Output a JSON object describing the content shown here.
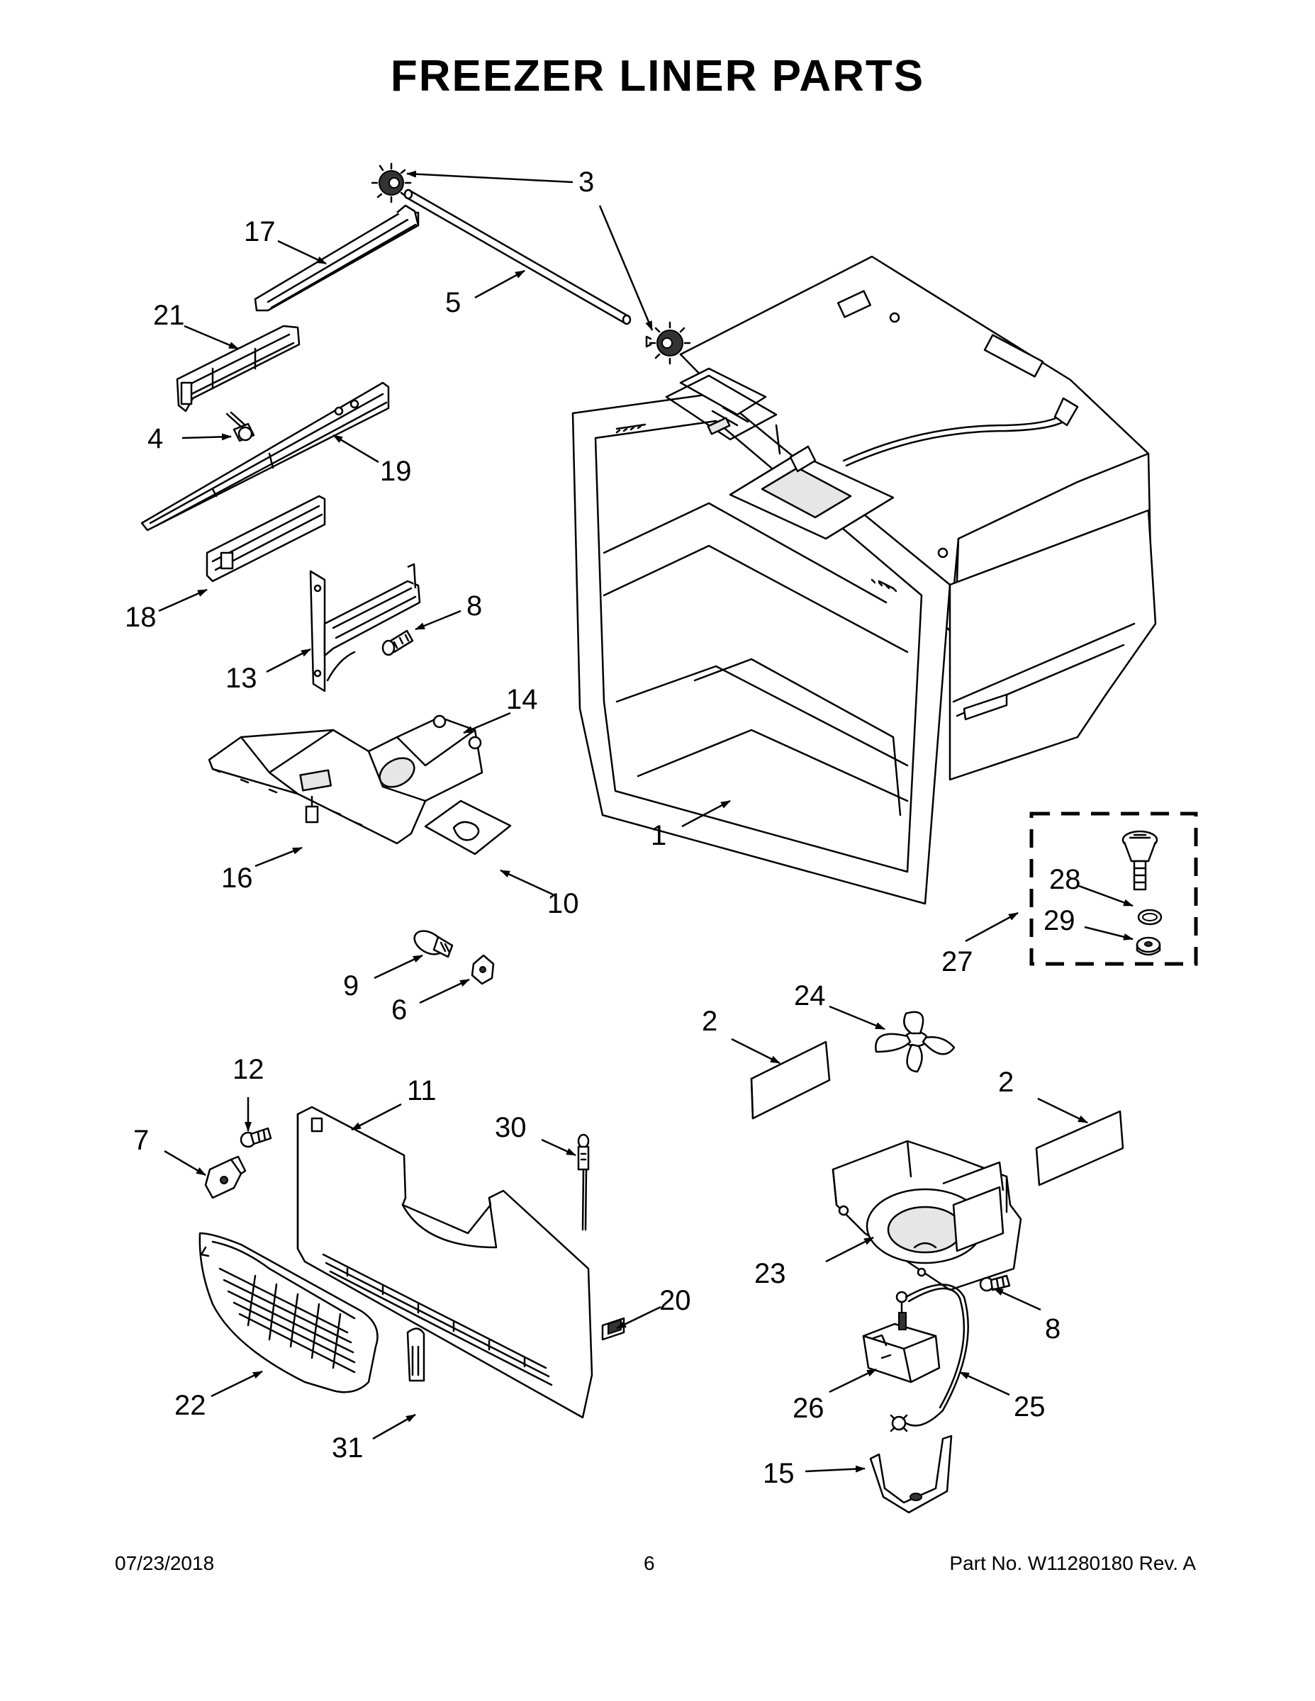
{
  "title": "FREEZER LINER PARTS",
  "callouts": [
    "1",
    "2",
    "2",
    "3",
    "4",
    "5",
    "6",
    "7",
    "8",
    "8",
    "9",
    "10",
    "11",
    "12",
    "13",
    "14",
    "15",
    "16",
    "17",
    "18",
    "19",
    "20",
    "21",
    "22",
    "23",
    "24",
    "25",
    "26",
    "27",
    "28",
    "29",
    "30",
    "31"
  ],
  "footer": {
    "date": "07/23/2018",
    "page": "6",
    "part_no": "Part No.  W11280180  Rev.  A"
  }
}
